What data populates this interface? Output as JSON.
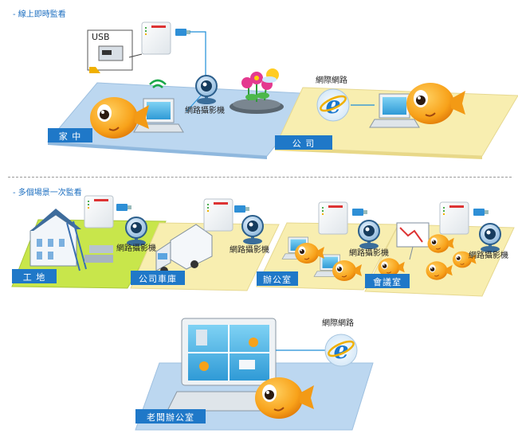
{
  "section1": {
    "title": "- 線上即時監看"
  },
  "section2": {
    "title": "- 多個場景一次監看"
  },
  "scene_home": {
    "tag": "家 中",
    "usb_label": "USB",
    "camera_label": "網路攝影機"
  },
  "scene_company": {
    "tag": "公 司",
    "internet_label": "網際網路"
  },
  "scene_site": {
    "tag": "工 地",
    "camera_label": "網路攝影機"
  },
  "scene_garage": {
    "tag": "公司車庫",
    "camera_label": "網路攝影機"
  },
  "scene_office": {
    "tag": "辦公室",
    "camera_label": "網路攝影機"
  },
  "scene_meeting": {
    "tag": "會議室",
    "camera_label": "網路攝影機"
  },
  "scene_boss": {
    "tag": "老闆辦公室",
    "internet_label": "網際網路"
  },
  "colors": {
    "title_blue": "#1d6fc0",
    "floor_blue": "#bcd7f0",
    "floor_yellow": "#f8eeb0",
    "floor_green": "#c8e64b",
    "tag_blue": "#1f78c8",
    "link_blue": "#1d8ed8"
  },
  "icons": [
    "usb-adapter-icon",
    "router-icon",
    "webcam-icon",
    "laptop-icon",
    "browser-e-icon",
    "mascot-icon",
    "flower-icon",
    "sun-icon",
    "wifi-icon",
    "building-icon",
    "truck-icon",
    "chart-board-icon",
    "monitor-icon"
  ]
}
